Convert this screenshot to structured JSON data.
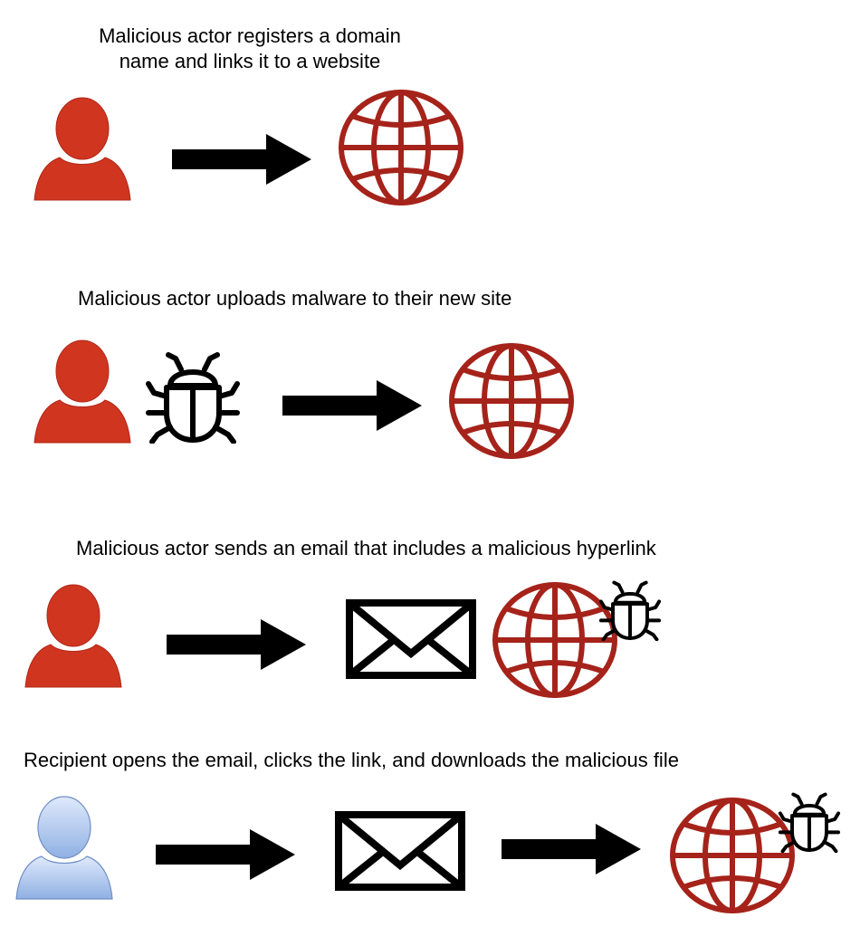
{
  "colors": {
    "attacker": "#d0351f",
    "recipient": "#b8cef0",
    "globe": "#a5231a",
    "arrow": "#000000",
    "ink": "#000000"
  },
  "steps": [
    {
      "caption_line1": "Malicious actor registers a domain",
      "caption_line2": "name and links it to a website",
      "icons": [
        "attacker-person-icon",
        "arrow-right-icon",
        "globe-icon"
      ]
    },
    {
      "caption": "Malicious actor uploads malware to their new site",
      "icons": [
        "attacker-person-icon",
        "bug-icon",
        "arrow-right-icon",
        "globe-icon"
      ]
    },
    {
      "caption": "Malicious actor sends an email that includes a malicious hyperlink",
      "icons": [
        "attacker-person-icon",
        "arrow-right-icon",
        "envelope-icon",
        "globe-icon",
        "bug-icon"
      ]
    },
    {
      "caption": "Recipient opens the email, clicks the link, and downloads the malicious file",
      "icons": [
        "recipient-person-icon",
        "arrow-right-icon",
        "envelope-icon",
        "arrow-right-icon",
        "globe-icon",
        "bug-icon"
      ]
    }
  ]
}
